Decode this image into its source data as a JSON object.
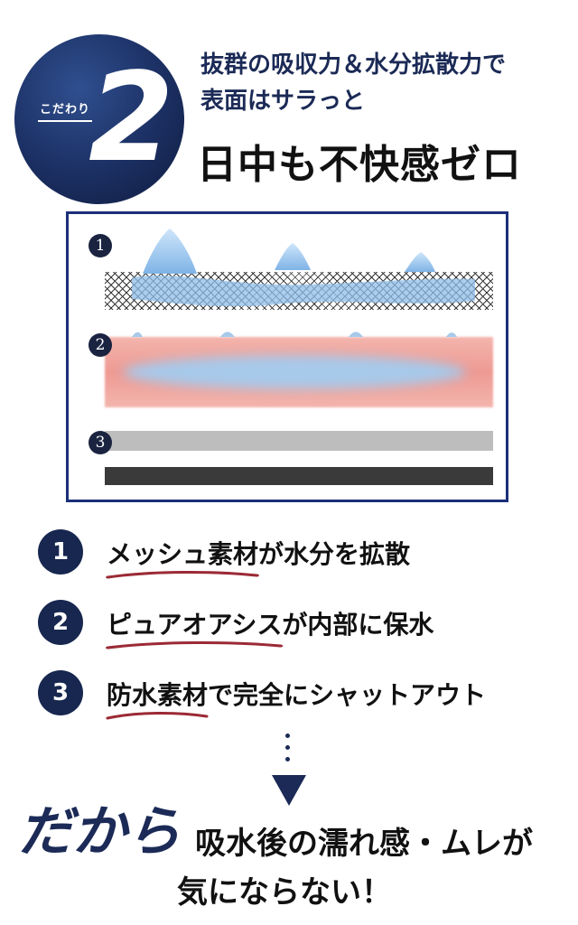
{
  "badge": {
    "label": "こだわり",
    "number": "2"
  },
  "headline": {
    "sub_line1": "抜群の吸収力＆水分拡散力で",
    "sub_line2": "表面はサラっと",
    "main": "日中も不快感ゼロ"
  },
  "diagram": {
    "layers": [
      "1",
      "2",
      "3"
    ]
  },
  "features": [
    {
      "number": "1",
      "highlight": "メッシュ素材",
      "rest": "が水分を拡散"
    },
    {
      "number": "2",
      "highlight": "ピュアオアシス",
      "rest": "が内部に保水"
    },
    {
      "number": "3",
      "highlight": "防水素材",
      "rest": "で完全にシャットアウト"
    }
  ],
  "closing": {
    "lead": "だから",
    "line1": "吸水後の濡れ感・ムレが",
    "line2": "気にならない！"
  },
  "colors": {
    "navy": "#1b2a56",
    "underline_red": "#9b2a35",
    "diagram_border": "#1b2f7a"
  }
}
